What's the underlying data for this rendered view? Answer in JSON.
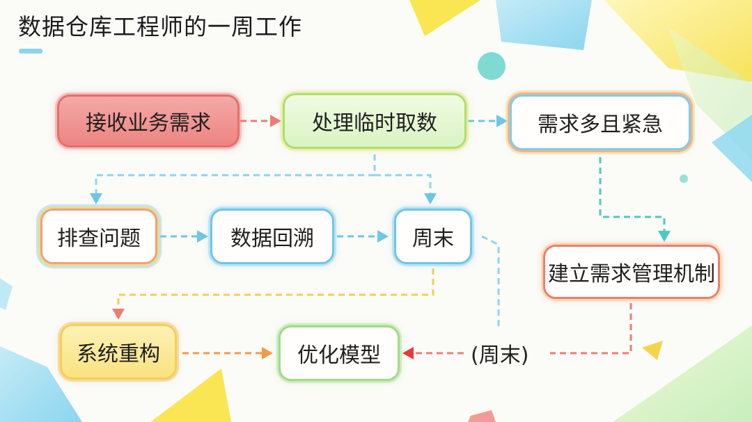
{
  "title": "数据仓库工程师的一周工作",
  "colors": {
    "red": "#ec7d76",
    "blue": "#6cc6e8",
    "yellow": "#f3cf55",
    "green": "#9edb86",
    "teal": "#4fc9c0",
    "orange": "#f39a4a"
  },
  "nodes": [
    {
      "id": "n1",
      "label": "接收业务需求"
    },
    {
      "id": "n2",
      "label": "处理临时取数"
    },
    {
      "id": "n3",
      "label": "需求多且紧急"
    },
    {
      "id": "n4",
      "label": "排查问题"
    },
    {
      "id": "n5",
      "label": "数据回溯"
    },
    {
      "id": "n6",
      "label": "周末"
    },
    {
      "id": "n7",
      "label": "建立需求管理机制"
    },
    {
      "id": "n8",
      "label": "系统重构"
    },
    {
      "id": "n9",
      "label": "优化模型"
    }
  ],
  "edge_labels": [
    {
      "id": "e1",
      "label": "(周末)"
    }
  ],
  "edges": [
    {
      "from": "n1",
      "to": "n2",
      "style": "dashed",
      "color": "red"
    },
    {
      "from": "n2",
      "to": "n3",
      "style": "dashed",
      "color": "blue"
    },
    {
      "from": "n2",
      "to": "n4",
      "style": "dashed",
      "color": "blue"
    },
    {
      "from": "n2",
      "to": "n6",
      "style": "dashed",
      "color": "blue"
    },
    {
      "from": "n3",
      "to": "n7",
      "style": "dashed",
      "color": "teal"
    },
    {
      "from": "n4",
      "to": "n5",
      "style": "dashed",
      "color": "blue"
    },
    {
      "from": "n5",
      "to": "n6",
      "style": "dashed",
      "color": "blue"
    },
    {
      "from": "n6",
      "to": "n8",
      "style": "dashed",
      "color": "red"
    },
    {
      "from": "n8",
      "to": "n9",
      "style": "dashed",
      "color": "orange"
    },
    {
      "from": "n7",
      "to": "n9",
      "style": "dashed",
      "color": "red",
      "label": "(周末)"
    }
  ]
}
